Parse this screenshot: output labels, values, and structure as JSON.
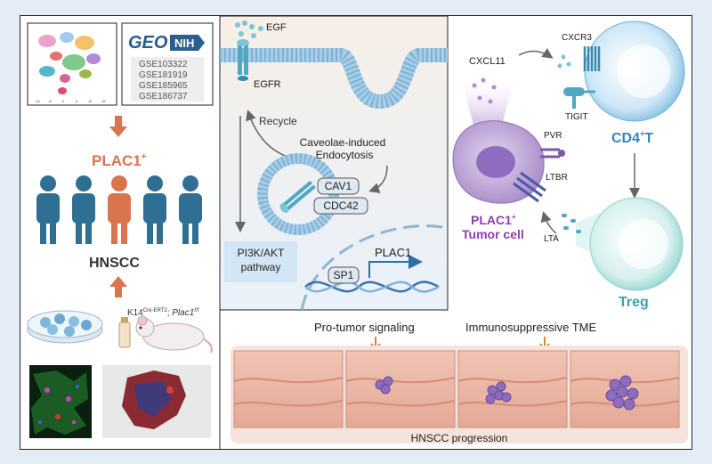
{
  "left_panel": {
    "geo_logo": "GEO",
    "nih_badge": "NIH",
    "datasets": [
      "GSE103322",
      "GSE181919",
      "GSE185965",
      "GSE186737"
    ],
    "umap_axis_ticks": [
      "-10",
      "-5",
      "0",
      "5",
      "10",
      "15"
    ],
    "plac1_label": "PLAC1",
    "plac1_sup": "+",
    "hnscc_label": "HNSCC",
    "mouse_label": "K14",
    "mouse_label_sup1": "Cre-ERT2",
    "mouse_label_mid": "; ",
    "mouse_label_gene": "Plac1",
    "mouse_label_sup2": "f/f"
  },
  "middle_panel": {
    "egf": "EGF",
    "egfr": "EGFR",
    "recycle": "Recycle",
    "caveolae_line1": "Caveolae-induced",
    "caveolae_line2": "Endocytosis",
    "cav1": "CAV1",
    "cdc42": "CDC42",
    "pathway_line1": "PI3K/AKT",
    "pathway_line2": "pathway",
    "sp1": "SP1",
    "plac1_gene": "PLAC1"
  },
  "right_panel": {
    "cxcl11": "CXCL11",
    "cxcr3": "CXCR3",
    "tigit": "TIGIT",
    "cd4_label": "CD4",
    "cd4_sup": "+",
    "cd4_suffix": "T",
    "pvr": "PVR",
    "ltbr": "LTBR",
    "lta": "LTA",
    "tumor_line1": "PLAC1",
    "tumor_sup": "+",
    "tumor_line2": "Tumor cell",
    "treg": "Treg"
  },
  "bottom_panel": {
    "pro_tumor": "Pro-tumor signaling",
    "immuno": "Immunosuppressive TME",
    "progression": "HNSCC progression"
  },
  "colors": {
    "accent_orange": "#d9744f",
    "person_blue": "#2f6f93",
    "cd4_blue": "#3a86b5",
    "treg_teal": "#3aa6a8",
    "tumor_purple": "#8e3fb0"
  }
}
